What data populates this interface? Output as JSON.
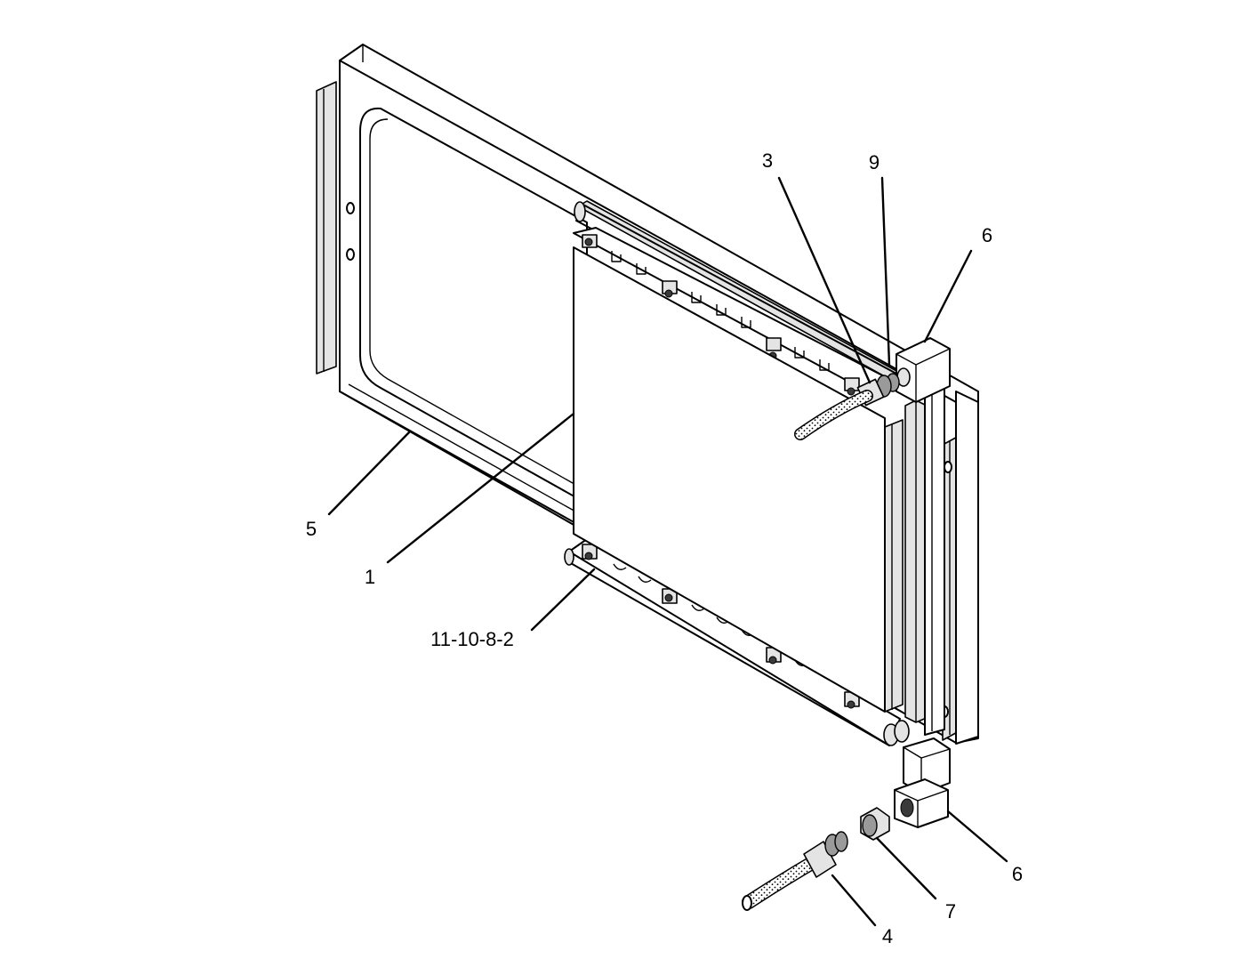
{
  "callouts": [
    {
      "id": "c3",
      "text": "3"
    },
    {
      "id": "c9",
      "text": "9"
    },
    {
      "id": "c6a",
      "text": "6"
    },
    {
      "id": "c5",
      "text": "5"
    },
    {
      "id": "c1",
      "text": "1"
    },
    {
      "id": "cref",
      "text": "11-10-8-2"
    },
    {
      "id": "c6b",
      "text": "6"
    },
    {
      "id": "c7",
      "text": "7"
    },
    {
      "id": "c4",
      "text": "4"
    }
  ],
  "colors": {
    "line": "#000000",
    "background": "#ffffff",
    "shade_light": "#e4e4e4",
    "shade_dark": "#9a9a9a"
  }
}
